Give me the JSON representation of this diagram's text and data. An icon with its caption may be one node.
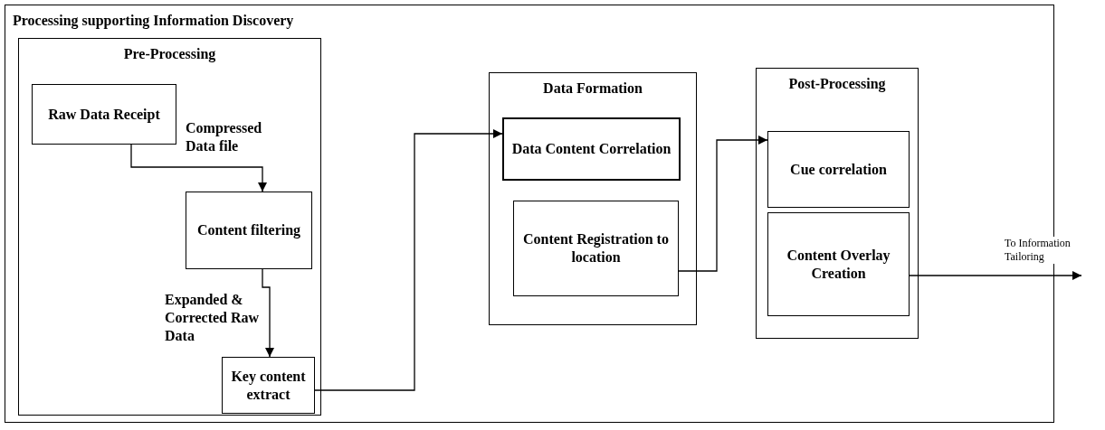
{
  "diagram": {
    "nodes": [
      {
        "text": [
          "Processing supporting Information Discovery"
        ]
      },
      {
        "text": [
          "Pre-Processing"
        ],
        "in": 0
      },
      {
        "text": [
          "Raw Data Receipt"
        ],
        "in": 1
      },
      {
        "text": [
          "Content filtering"
        ],
        "in": 1
      },
      {
        "text": [
          "Key content extract"
        ],
        "in": 1
      },
      {
        "text": [
          "Data Formation"
        ],
        "in": 0
      },
      {
        "text": [
          "Data Content Correlation"
        ],
        "in": 5
      },
      {
        "text": [
          "Content Registration to location"
        ],
        "in": 5
      },
      {
        "text": [
          "Post-Processing"
        ],
        "in": 0
      },
      {
        "text": [
          "Cue correlation"
        ],
        "in": 8
      },
      {
        "text": [
          "Content Overlay Creation"
        ],
        "in": 8
      }
    ],
    "edges": [
      {
        "from": 2,
        "to": 3,
        "arrow": "to",
        "label": "Compressed Data file"
      },
      {
        "from": 3,
        "to": 4,
        "arrow": "to",
        "label": "Expanded & Corrected Raw Data"
      },
      {
        "from": 4,
        "to": 6,
        "arrow": "to"
      },
      {
        "from": 7,
        "to": 9,
        "arrow": "to"
      },
      {
        "from": 10,
        "to": null,
        "arrow": "to",
        "label": "To Information Tailoring"
      }
    ]
  }
}
